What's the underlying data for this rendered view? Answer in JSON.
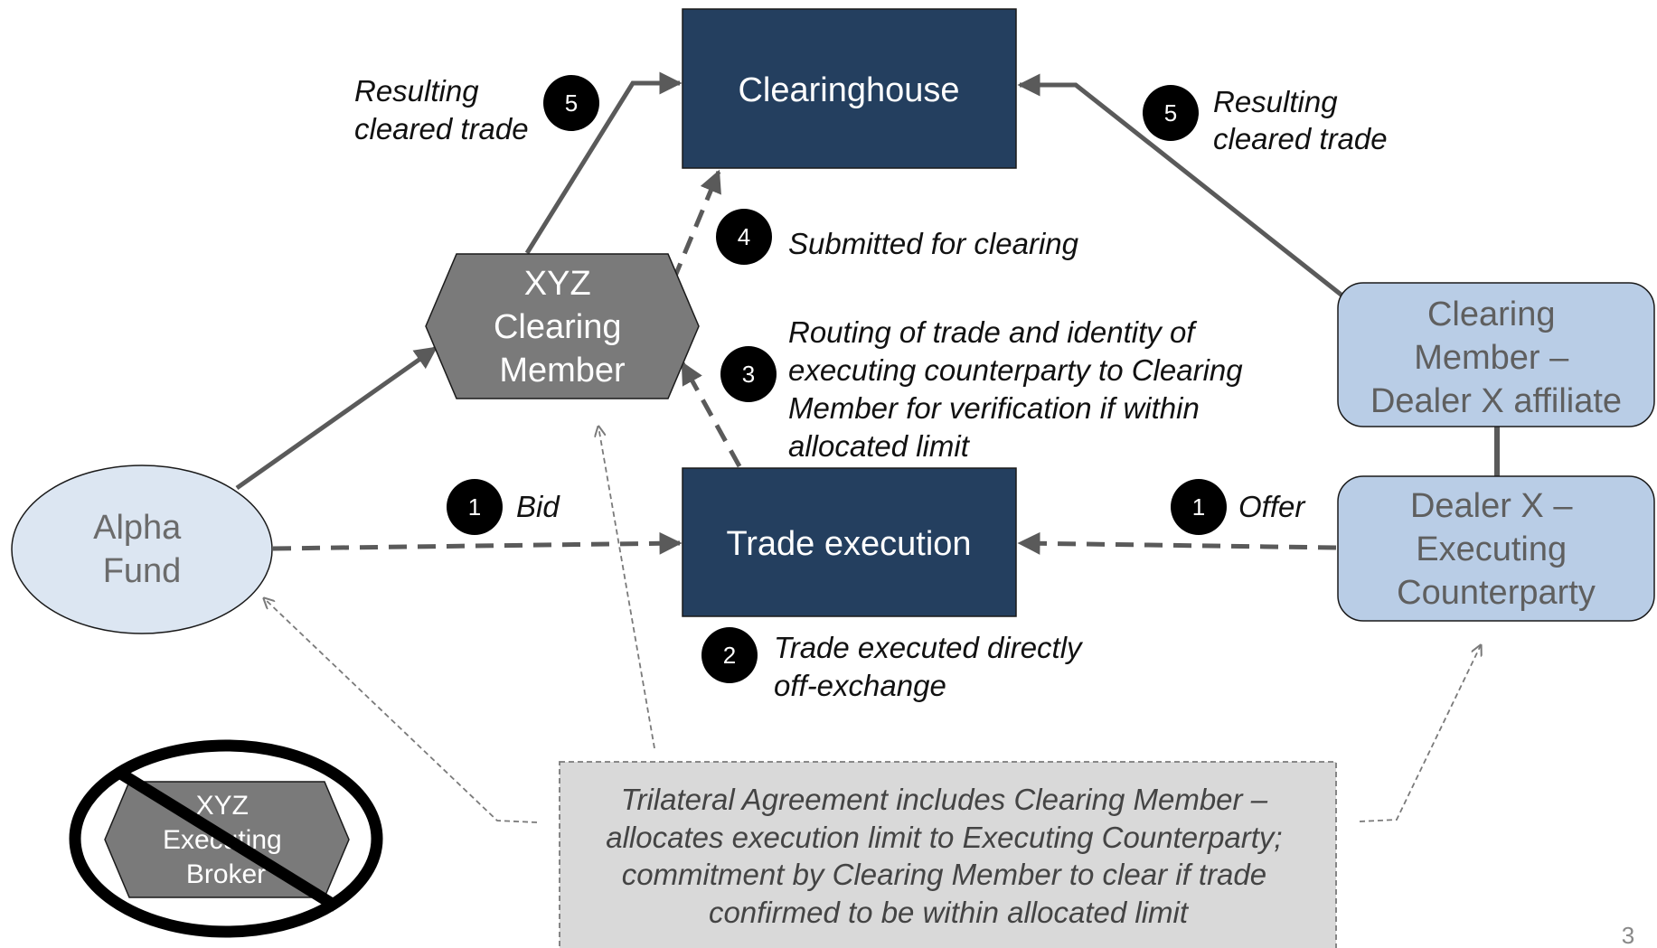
{
  "nodes": {
    "clearinghouse": {
      "label": "Clearinghouse"
    },
    "trade_execution": {
      "label": "Trade execution"
    },
    "xyz_clearing_member": {
      "lines": [
        "XYZ",
        "Clearing",
        "Member"
      ]
    },
    "alpha_fund": {
      "lines": [
        "Alpha",
        "Fund"
      ]
    },
    "clearing_member_affiliate": {
      "lines": [
        "Clearing",
        "Member –",
        "Dealer X affiliate"
      ]
    },
    "dealer_x": {
      "lines": [
        "Dealer X –",
        "Executing",
        "Counterparty"
      ]
    },
    "xyz_executing_broker": {
      "lines": [
        "XYZ",
        "Executing",
        "Broker"
      ]
    }
  },
  "steps": {
    "bid": {
      "number": "1",
      "lines": [
        "Bid"
      ]
    },
    "offer": {
      "number": "1",
      "lines": [
        "Offer"
      ]
    },
    "executed": {
      "number": "2",
      "lines": [
        "Trade executed directly",
        "off-exchange"
      ]
    },
    "routing": {
      "number": "3",
      "lines": [
        "Routing of trade and identity of",
        "executing counterparty to Clearing",
        "Member for verification if within",
        "allocated limit"
      ]
    },
    "submitted": {
      "number": "4",
      "lines": [
        "Submitted for clearing"
      ]
    },
    "cleared_left": {
      "number": "5",
      "lines": [
        "Resulting",
        "cleared trade"
      ]
    },
    "cleared_right": {
      "number": "5",
      "lines": [
        "Resulting",
        "cleared trade"
      ]
    }
  },
  "agreement": {
    "lines": [
      "Trilateral Agreement includes Clearing Member –",
      "allocates execution limit to Executing Counterparty;",
      "commitment by Clearing Member to clear if trade",
      "confirmed to be within allocated limit"
    ]
  },
  "page_number": "3",
  "colors": {
    "navy": "#243f5f",
    "gray_hex": "#7a7a7a",
    "light_blue": "#b9cde6",
    "pale_blue": "#dce6f2",
    "arrow": "#5a5a5a",
    "agreement_bg": "#d9d9d9"
  }
}
